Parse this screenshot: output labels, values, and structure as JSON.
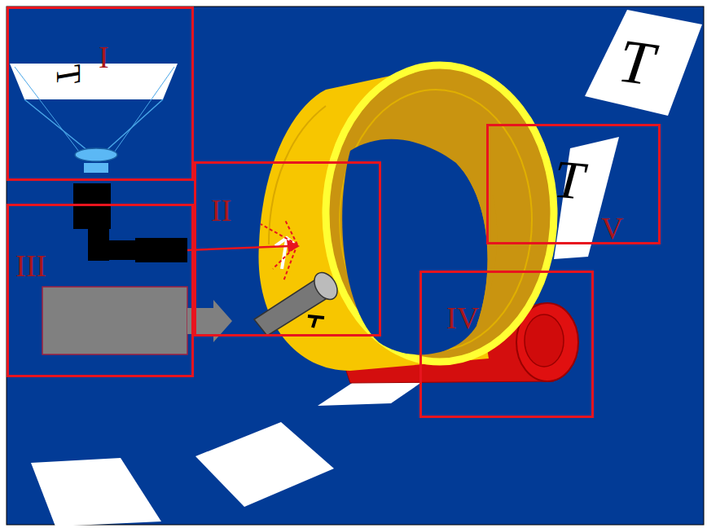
{
  "diagram": {
    "nodes": [
      {
        "text": [
          "I"
        ]
      },
      {
        "text": [
          "II"
        ]
      },
      {
        "text": [
          "III"
        ]
      },
      {
        "text": [
          "IV"
        ]
      },
      {
        "text": [
          "V"
        ]
      }
    ],
    "labels": [
      "T",
      "T",
      "T"
    ]
  }
}
